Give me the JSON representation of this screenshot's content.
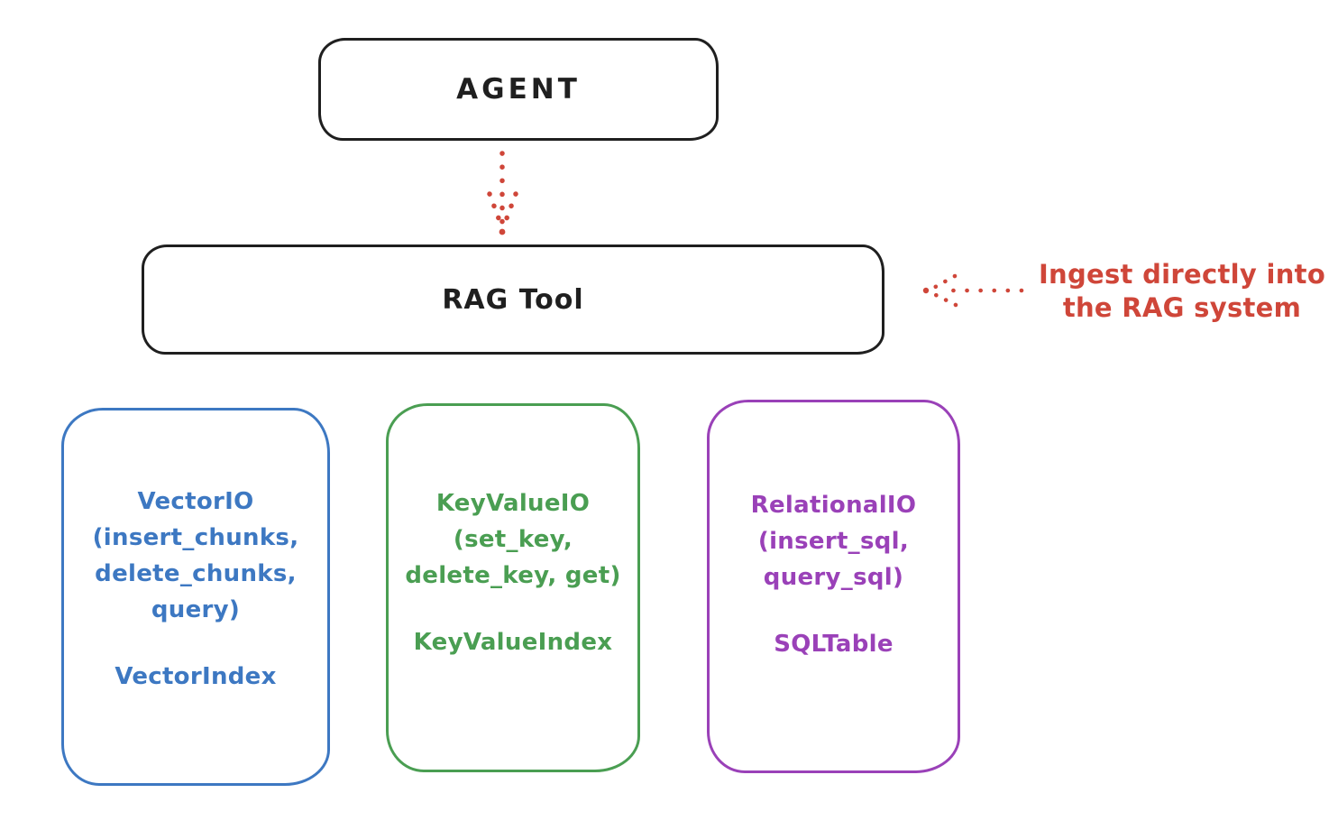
{
  "diagram": {
    "nodes": {
      "agent": {
        "label": "AGENT"
      },
      "rag_tool": {
        "label": "RAG Tool"
      }
    },
    "annotation": {
      "line1": "Ingest directly into",
      "line2": "the RAG system"
    },
    "io_boxes": [
      {
        "name": "vector-io",
        "color": "#3d78c2",
        "lines": [
          "VectorIO",
          "(insert_chunks,",
          "delete_chunks,",
          "query)"
        ],
        "index_label": "VectorIndex"
      },
      {
        "name": "keyvalue-io",
        "color": "#4a9e52",
        "lines": [
          "KeyValueIO",
          "(set_key,",
          "delete_key, get)"
        ],
        "index_label": "KeyValueIndex"
      },
      {
        "name": "relational-io",
        "color": "#9a41b8",
        "lines": [
          "RelationalIO",
          "(insert_sql,",
          "query_sql)"
        ],
        "index_label": "SQLTable"
      }
    ],
    "arrows": [
      {
        "name": "agent-to-ragtool-arrow",
        "style": "dotted",
        "color": "#cf4639"
      },
      {
        "name": "ingest-annotation-arrow",
        "style": "dotted",
        "color": "#cf4639"
      }
    ],
    "colors": {
      "ink": "#1f1f1f",
      "red": "#cf4639",
      "blue": "#3d78c2",
      "green": "#4a9e52",
      "purple": "#9a41b8",
      "background": "#ffffff"
    }
  }
}
